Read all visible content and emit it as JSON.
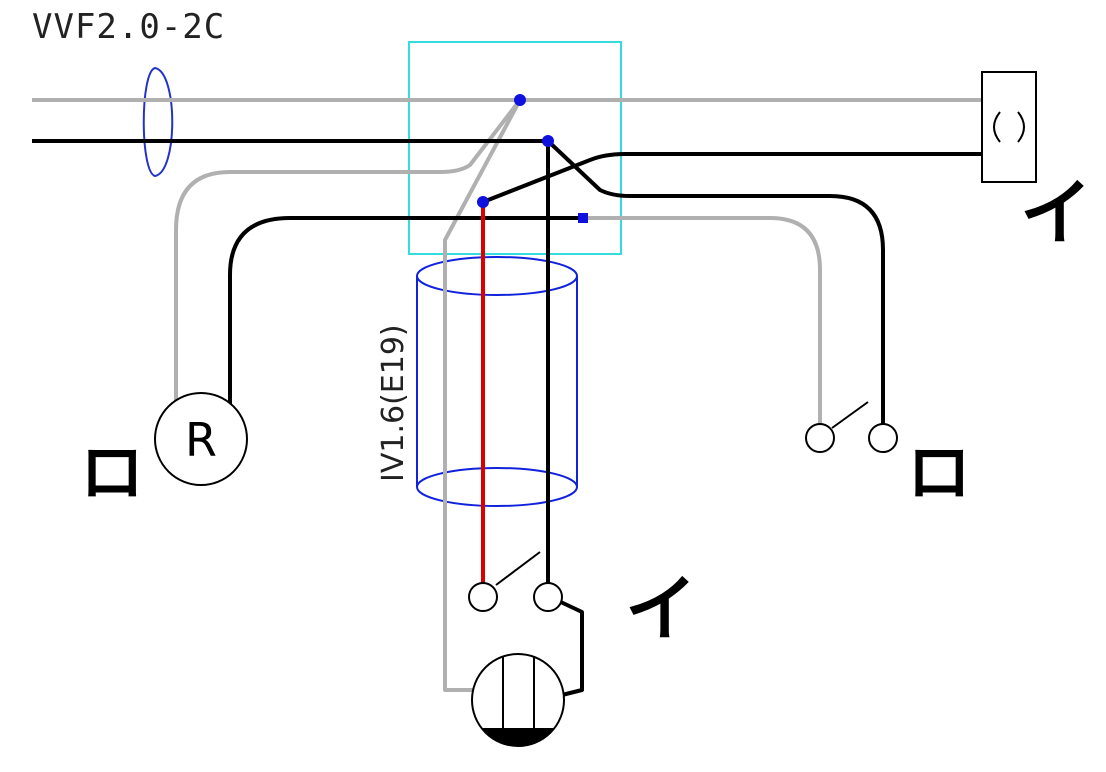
{
  "labels": {
    "cable": "VVF2.0-2C",
    "conduit": "IV1.6(E19)",
    "switch_letter_i": "イ",
    "switch_letter_ro": "ロ",
    "receptacle_mark": "R"
  },
  "colors": {
    "white_wire": "#b0b0b0",
    "black_wire": "#000000",
    "red_wire": "#dd0000",
    "junction_box": "#33dddd",
    "conduit": "#1122dd",
    "node": "#1111dd",
    "cable_ring": "#2233cc"
  }
}
